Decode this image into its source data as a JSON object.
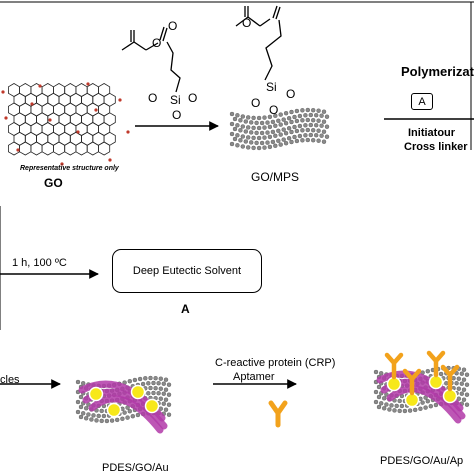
{
  "reagent": {
    "atoms": {
      "o1": "O",
      "o2": "O",
      "o3": "O",
      "si": "Si",
      "o4": "O",
      "o5": "O"
    }
  },
  "go": {
    "caption": "Representative structure only",
    "label": "GO"
  },
  "mps": {
    "atoms": {
      "o1": "O",
      "o2": "O",
      "o3": "O",
      "si": "Si",
      "o4": "O"
    },
    "label": "GO/MPS"
  },
  "polymerization": {
    "title": "Polymerization",
    "reagent_box": "A",
    "initiator": "Initiatour",
    "crosslinker": "Cross linker"
  },
  "des": {
    "conditions": "1 h, 100 ºC",
    "box_label": "Deep Eutectic Solvent",
    "letter": "A"
  },
  "bottom": {
    "particles": "cles",
    "product1": "PDES/GO/Au",
    "crp": "C-reactive protein (CRP)",
    "aptamer": "Aptamer",
    "product2": "PDES/GO/Au/Ap"
  },
  "colors": {
    "lattice": "#222222",
    "sheet_carbon": "#8a8a8a",
    "polymer": "#b23aa8",
    "gold": "#f7e81a",
    "aptamer": "#f2a21c",
    "acid_group": "#c0392b"
  }
}
